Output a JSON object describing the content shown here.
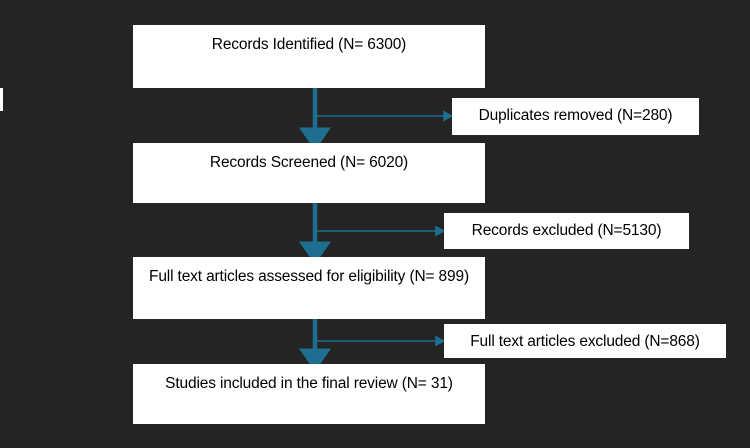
{
  "diagram": {
    "type": "prisma-flow-diagram",
    "background_color": "#242424",
    "box_fill_color": "#ffffff",
    "box_text_color": "#000000",
    "connector_color": "#1d6e91",
    "main_nodes": [
      {
        "id": "identified",
        "label": "Records Identified (N= 6300)"
      },
      {
        "id": "screened",
        "label": "Records Screened (N= 6020)"
      },
      {
        "id": "fulltext",
        "label": "Full text articles assessed for eligibility (N= 899)"
      },
      {
        "id": "included",
        "label": "Studies included in the final review (N= 31)"
      }
    ],
    "side_nodes": [
      {
        "id": "duplicates",
        "label": "Duplicates removed (N=280)"
      },
      {
        "id": "excluded",
        "label": "Records excluded (N=5130)"
      },
      {
        "id": "ftexcluded",
        "label": "Full text articles excluded (N=868)"
      }
    ]
  }
}
